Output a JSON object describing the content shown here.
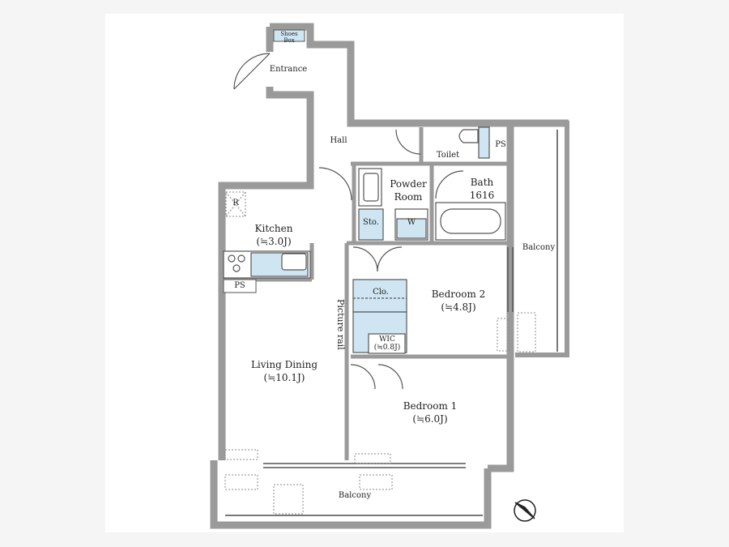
{
  "rooms": {
    "shoes_box": "Shoes\nBox",
    "entrance": "Entrance",
    "hall": "Hall",
    "toilet": "Toilet",
    "ps_top": "PS",
    "powder_room_1": "Powder",
    "powder_room_2": "Room",
    "bath_1": "Bath",
    "bath_2": "1616",
    "refrigerator": "R",
    "storage": "Sto.",
    "washer": "W",
    "kitchen_name": "Kitchen",
    "kitchen_size": "(≒3.0J)",
    "ps_kitchen": "PS",
    "balcony_right": "Balcony",
    "closet": "Clo.",
    "bedroom2_name": "Bedroom 2",
    "bedroom2_size": "(≒4.8J)",
    "picture_rail": "Picture rail",
    "wic_name": "WIC",
    "wic_size": "(≒0.8J)",
    "living_name": "Living Dining",
    "living_size": "(≒10.1J)",
    "bedroom1_name": "Bedroom 1",
    "bedroom1_size": "(≒6.0J)",
    "balcony_bottom": "Balcony"
  },
  "colors": {
    "wall": "#9a9a9a",
    "fixture_fill": "#cfe6f2",
    "line": "#555555"
  },
  "icons": [
    "compass-north-icon"
  ]
}
